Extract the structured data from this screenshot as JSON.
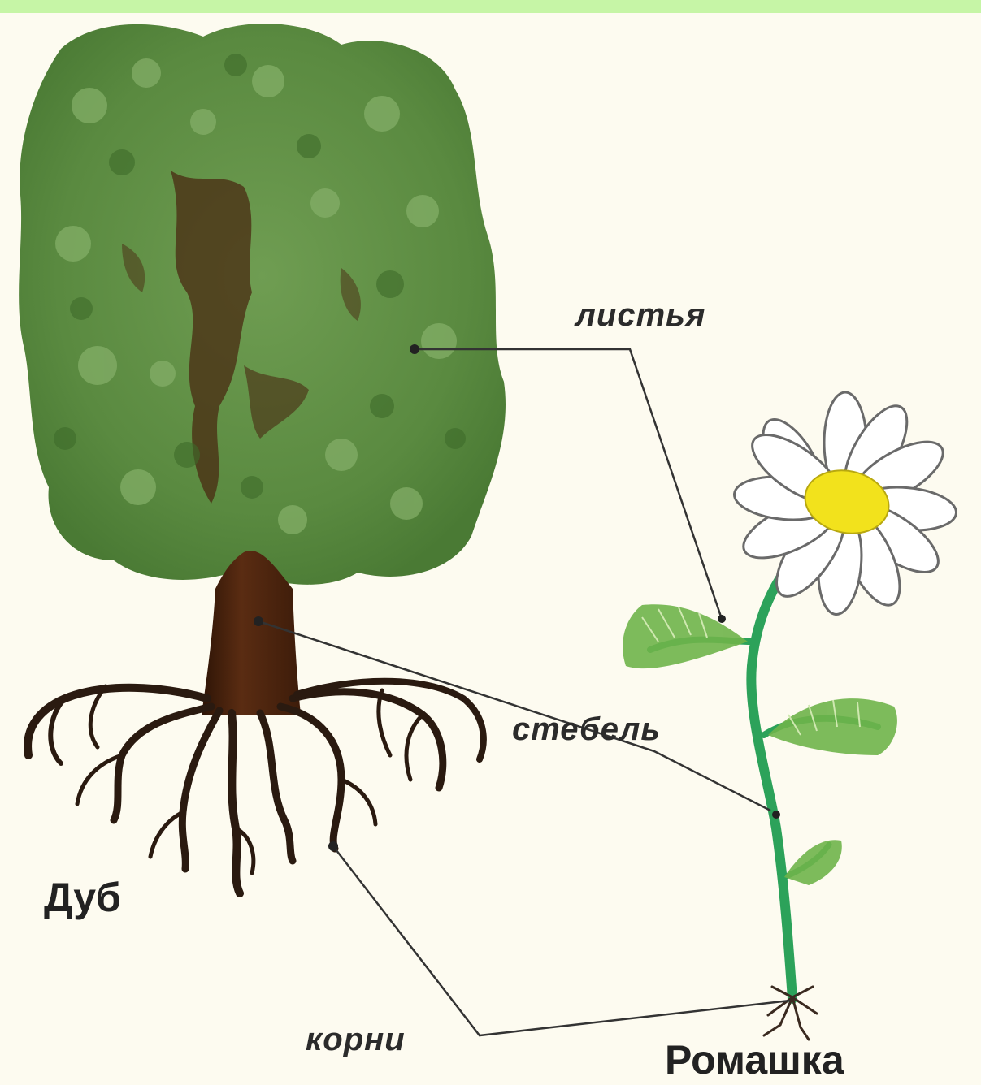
{
  "labels": {
    "leaves": "листья",
    "stem": "стебель",
    "roots": "корни",
    "oak": "Дуб",
    "chamomile": "Ромашка"
  },
  "colors": {
    "top_bar": "#c6f5a6",
    "background": "#fdfbf0",
    "foliage_dark": "#3f6b2a",
    "foliage": "#5f8f45",
    "foliage_light": "#89b06a",
    "trunk": "#4b2410",
    "roots": "#2a1a10",
    "stem": "#2ca25a",
    "petals": "#ffffff",
    "flower_center": "#f2e21c",
    "leader_line": "#333333"
  }
}
